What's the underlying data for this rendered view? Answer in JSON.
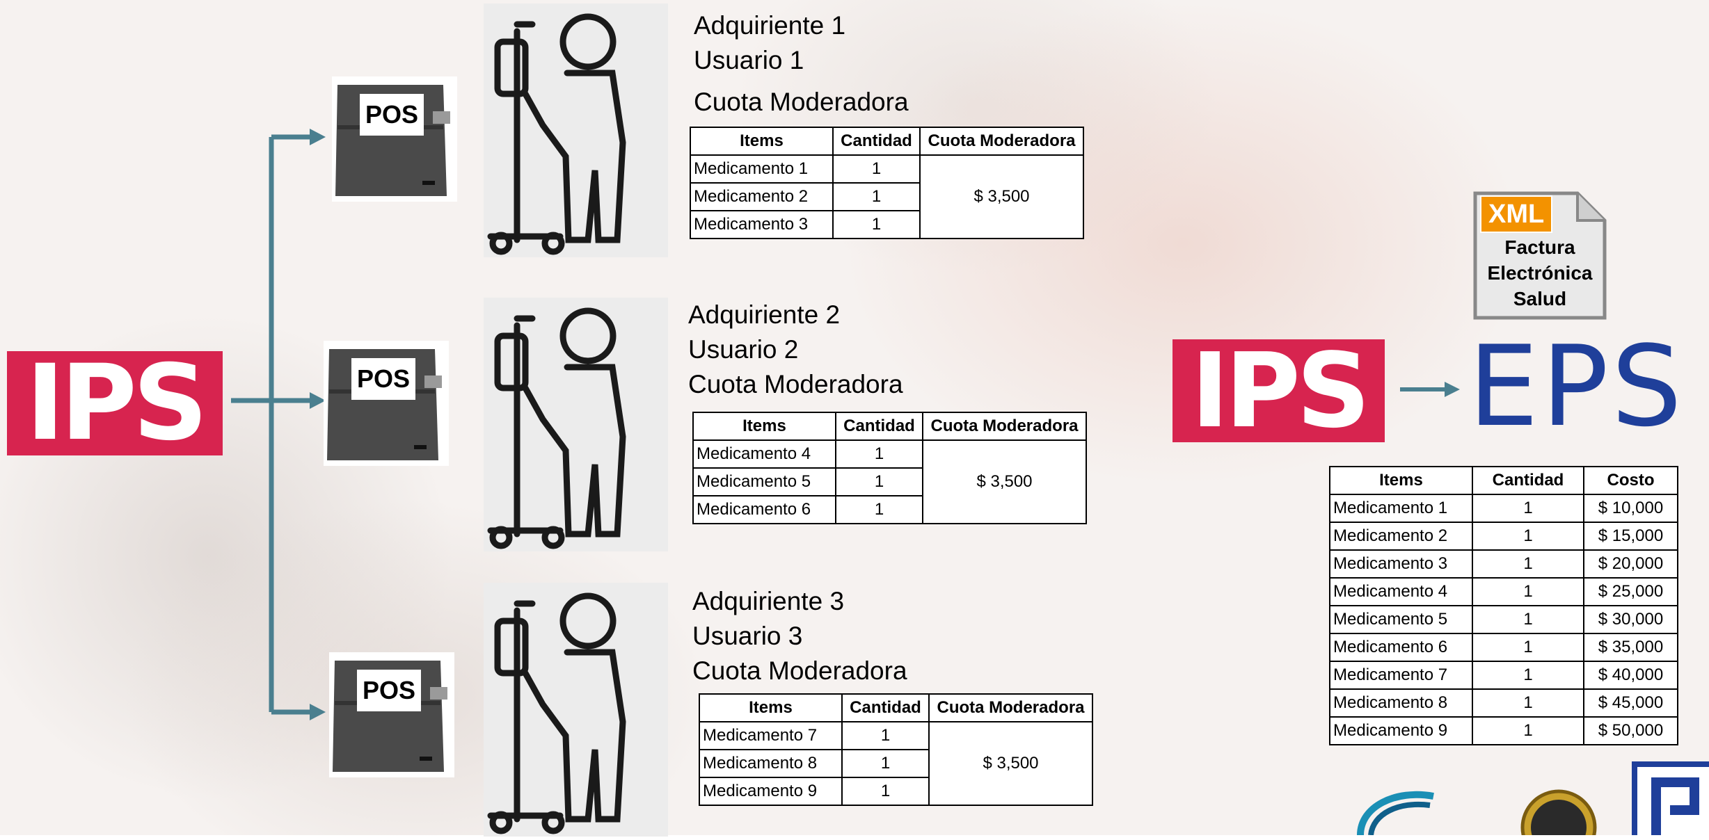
{
  "source_logo": {
    "text": "IPS",
    "color": "#d7244f"
  },
  "pos_label": "POS",
  "acquirers": [
    {
      "line1": "Adquiriente 1",
      "line2": "Usuario 1",
      "line3": "Cuota Moderadora",
      "headers": [
        "Items",
        "Cantidad",
        "Cuota Moderadora"
      ],
      "rows": [
        [
          "Medicamento 1",
          "1"
        ],
        [
          "Medicamento 2",
          "1"
        ],
        [
          "Medicamento 3",
          "1"
        ]
      ],
      "fee": "$ 3,500"
    },
    {
      "line1": "Adquiriente 2",
      "line2": "Usuario 2",
      "line3": "Cuota Moderadora",
      "headers": [
        "Items",
        "Cantidad",
        "Cuota Moderadora"
      ],
      "rows": [
        [
          "Medicamento 4",
          "1"
        ],
        [
          "Medicamento 5",
          "1"
        ],
        [
          "Medicamento 6",
          "1"
        ]
      ],
      "fee": "$ 3,500"
    },
    {
      "line1": "Adquiriente 3",
      "line2": "Usuario 3",
      "line3": "Cuota Moderadora",
      "headers": [
        "Items",
        "Cantidad",
        "Cuota Moderadora"
      ],
      "rows": [
        [
          "Medicamento 7",
          "1"
        ],
        [
          "Medicamento 8",
          "1"
        ],
        [
          "Medicamento 9",
          "1"
        ]
      ],
      "fee": "$ 3,500"
    }
  ],
  "xml_doc": {
    "badge": "XML",
    "line1": "Factura",
    "line2": "Electrónica",
    "line3": "Salud",
    "badge_color": "#f39200"
  },
  "right_ips": "IPS",
  "eps": {
    "text": "EPS",
    "color": "#1f3f9a"
  },
  "cost_table": {
    "headers": [
      "Items",
      "Cantidad",
      "Costo"
    ],
    "rows": [
      [
        "Medicamento 1",
        "1",
        "$ 10,000"
      ],
      [
        "Medicamento 2",
        "1",
        "$ 15,000"
      ],
      [
        "Medicamento 3",
        "1",
        "$ 20,000"
      ],
      [
        "Medicamento 4",
        "1",
        "$ 25,000"
      ],
      [
        "Medicamento 5",
        "1",
        "$ 30,000"
      ],
      [
        "Medicamento 6",
        "1",
        "$ 35,000"
      ],
      [
        "Medicamento 7",
        "1",
        "$ 40,000"
      ],
      [
        "Medicamento 8",
        "1",
        "$ 45,000"
      ],
      [
        "Medicamento 9",
        "1",
        "$ 50,000"
      ]
    ]
  },
  "arrow_color": "#4a7f8f"
}
